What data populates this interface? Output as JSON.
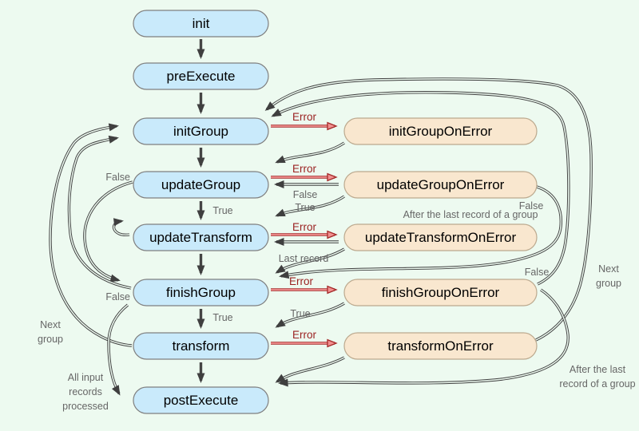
{
  "diagram": {
    "title_hint": "transformation-methods-call-order",
    "nodes": {
      "flow": [
        "init",
        "preExecute",
        "initGroup",
        "updateGroup",
        "updateTransform",
        "finishGroup",
        "transform",
        "postExecute"
      ],
      "error": [
        "initGroupOnError",
        "updateGroupOnError",
        "updateTransformOnError",
        "finishGroupOnError",
        "transformOnError"
      ]
    },
    "labels": {
      "error": "Error",
      "true": "True",
      "false": "False",
      "last_record": "Last record",
      "after_last_record_inline": "After the last record of a group",
      "after_last_record": [
        "After the last",
        "record of a group"
      ],
      "next_group": [
        "Next",
        "group"
      ],
      "all_input": [
        "All input",
        "records",
        "processed"
      ]
    },
    "colors": {
      "background": "#edfaf0",
      "flow_node_fill": "#c9eafb",
      "flow_node_border": "#7f7f7f",
      "error_node_fill": "#f9e7cf",
      "error_node_border": "#bca98e",
      "arrow": "#3f3f3f",
      "error_arrow_edge": "#a52a2a",
      "error_arrow_core": "#f19090",
      "label_text": "#666666",
      "error_label_text": "#9b2222",
      "node_text": "#000000"
    }
  }
}
